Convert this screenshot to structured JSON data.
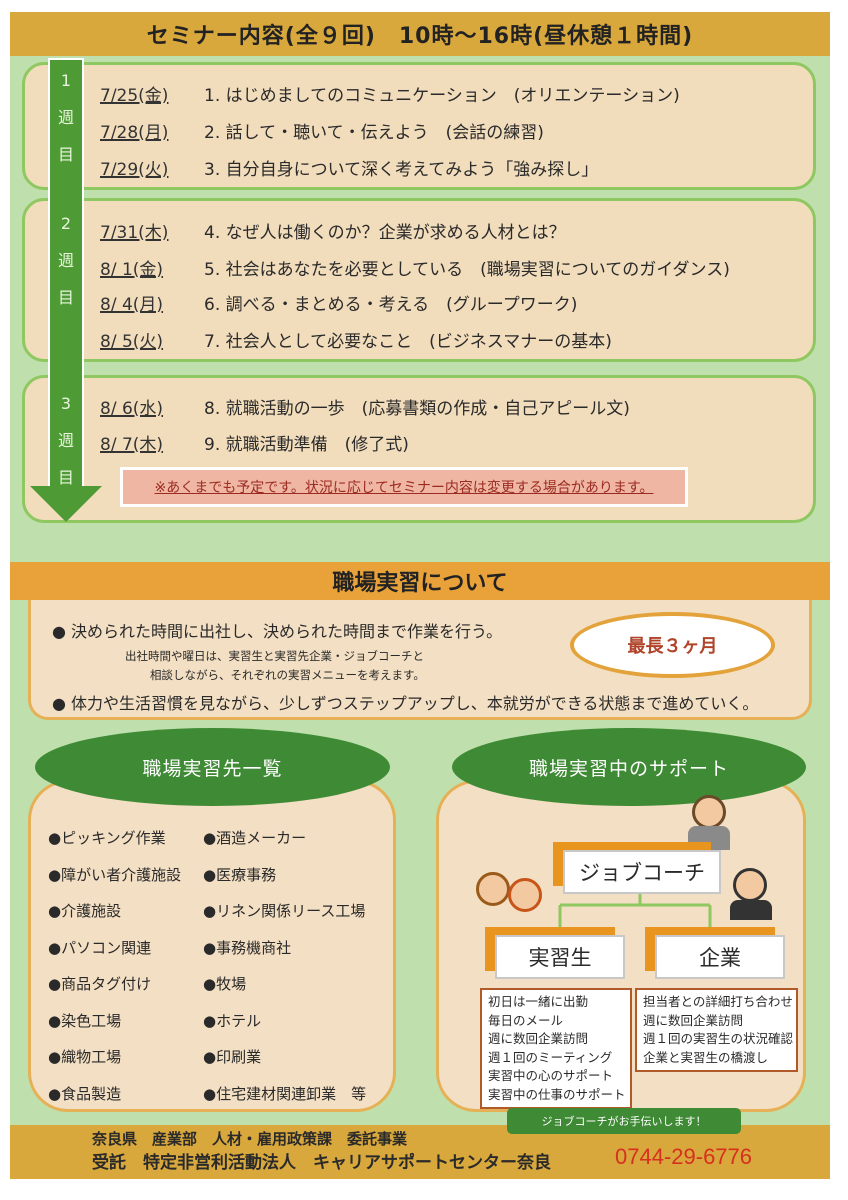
{
  "seminar": {
    "title": "セミナー内容(全９回)　10時～16時(昼休憩１時間)",
    "weeks": [
      {
        "num": "1",
        "w": "週",
        "m": "目"
      },
      {
        "num": "2",
        "w": "週",
        "m": "目"
      },
      {
        "num": "3",
        "w": "週",
        "m": "目"
      }
    ],
    "sessions": [
      {
        "date": "7/25(金)",
        "text": "1.  はじめましてのコミュニケーション　(オリエンテーション)"
      },
      {
        "date": "7/28(月)",
        "text": "2.  話して・聴いて・伝えよう　(会話の練習)"
      },
      {
        "date": "7/29(火)",
        "text": "3.  自分自身について深く考えてみよう「強み探し」"
      },
      {
        "date": "7/31(木)",
        "text": "4.  なぜ人は働くのか？企業が求める人材とは？"
      },
      {
        "date": "8/ 1(金)",
        "text": "5.  社会はあなたを必要としている　(職場実習についてのガイダンス)"
      },
      {
        "date": "8/ 4(月)",
        "text": "6.  調べる・まとめる・考える　(グループワーク)"
      },
      {
        "date": "8/ 5(火)",
        "text": "7.  社会人として必要なこと　(ビジネスマナーの基本)"
      },
      {
        "date": "8/ 6(水)",
        "text": "8.  就職活動の一歩　(応募書類の作成・自己アピール文)"
      },
      {
        "date": "8/ 7(木)",
        "text": "9.  就職活動準備　(修了式)"
      }
    ],
    "note": "※あくまでも予定です。状況に応じてセミナー内容は変更する場合があります。"
  },
  "internship": {
    "title": "職場実習について",
    "bullet1": "●  決められた時間に出社し、決められた時間まで作業を行う。",
    "sub1": "出社時間や曜日は、実習生と実習先企業・ジョブコーチと",
    "sub2": "相談しながら、それぞれの実習メニューを考えます。",
    "bullet2": "●  体力や生活習慣を見ながら、少しずつステップアップし、本就労ができる状態まで進めていく。",
    "duration": "最長３ヶ月",
    "list_title": "職場実習先一覧",
    "list_left": [
      "●ピッキング作業",
      "●障がい者介護施設",
      "●介護施設",
      "●パソコン関連",
      "●商品タグ付け",
      "●染色工場",
      "●織物工場",
      "●食品製造"
    ],
    "list_right": [
      "●酒造メーカー",
      "●医療事務",
      "●リネン関係リース工場",
      "●事務機商社",
      "●牧場",
      "●ホテル",
      "●印刷業",
      "●住宅建材関連卸業　等"
    ],
    "support_title": "職場実習中のサポート",
    "coach": "ジョブコーチ",
    "trainee": "実習生",
    "company": "企業",
    "trainee_support": [
      "初日は一緒に出勤",
      "毎日のメール",
      "週に数回企業訪問",
      "週１回のミーティング",
      "実習中の心のサポート",
      "実習中の仕事のサポート"
    ],
    "company_support": [
      "担当者との詳細打ち合わせ",
      "週に数回企業訪問",
      "週１回の実習生の状況確認",
      "企業と実習生の橋渡し"
    ],
    "pill": "ジョブコーチがお手伝いします！"
  },
  "footer": {
    "line1": "奈良県　産業部　人材・雇用政策課　委託事業",
    "line2": "受託　特定非営利活動法人　キャリアサポートセンター奈良",
    "phone": "0744-29-6776"
  }
}
